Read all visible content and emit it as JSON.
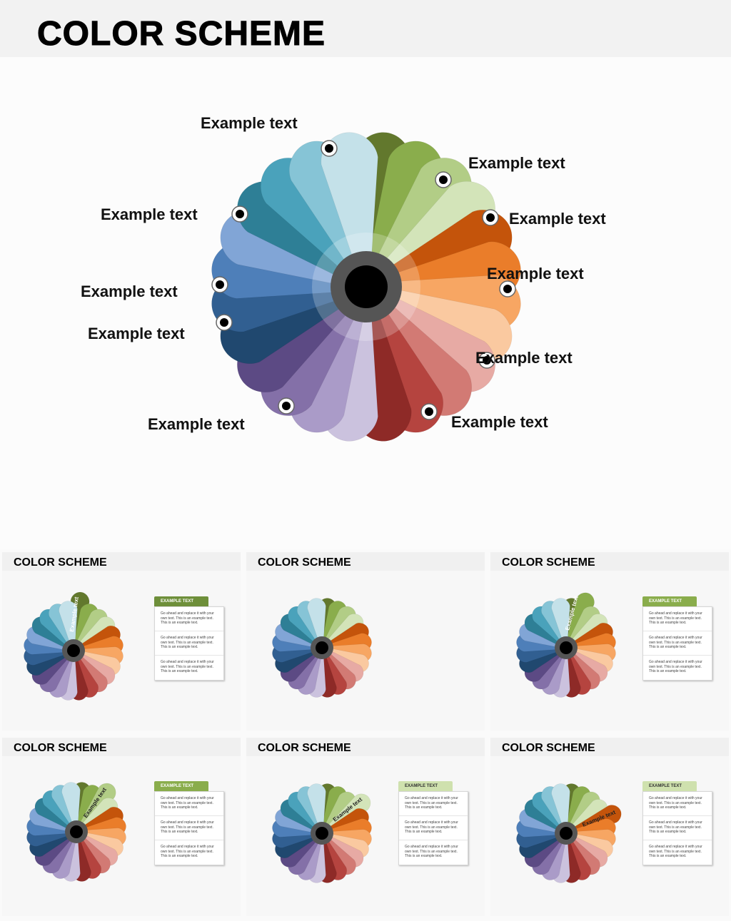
{
  "title": "COLOR SCHEME",
  "main_labels": [
    "Example text",
    "Example text",
    "Example text",
    "Example text",
    "Example text",
    "Example text",
    "Example text",
    "Example text",
    "Example text",
    "Example text"
  ],
  "colors": {
    "green": [
      "#62782d",
      "#8aad4c",
      "#b2cd86",
      "#d3e4b9"
    ],
    "orange": [
      "#c4540b",
      "#ea7d2a",
      "#f7a663",
      "#fac9a0"
    ],
    "red": [
      "#8e2a27",
      "#b5443f",
      "#d27a74",
      "#e7aaa4"
    ],
    "purple": [
      "#5c4a84",
      "#8470a8",
      "#aa9bc8",
      "#cbc2de"
    ],
    "darkblue": [
      "#20486f",
      "#315f91",
      "#4e7fb9",
      "#81a5d6"
    ],
    "teal": [
      "#2e7f96",
      "#4aa2bb",
      "#86c4d6",
      "#c4e1e9"
    ],
    "hub_ring": "#555555",
    "hub_core": "#000000"
  },
  "thumbnails": [
    {
      "title": "COLOR SCHEME",
      "has_panel": true,
      "tab_label": "EXAMPLE TEXT",
      "tab_style": "dark",
      "petal_label": "Example text",
      "rows": [
        "Go ahead and replace it with your own text. This is an example text. This is an example text.",
        "Go ahead and replace it with your own text. This is an example text. This is an example text.",
        "Go ahead and replace it with your own text. This is an example text. This is an example text."
      ]
    },
    {
      "title": "COLOR SCHEME",
      "has_panel": false
    },
    {
      "title": "COLOR SCHEME",
      "has_panel": true,
      "tab_label": "EXAMPLE TEXT",
      "tab_style": "mid",
      "petal_label": "Example text",
      "rows": [
        "Go ahead and replace it with your own text. This is an example text. This is an example text.",
        "Go ahead and replace it with your own text. This is an example text. This is an example text.",
        "Go ahead and replace it with your own text. This is an example text. This is an example text."
      ]
    },
    {
      "title": "COLOR SCHEME",
      "has_panel": true,
      "tab_label": "EXAMPLE TEXT",
      "tab_style": "mid",
      "petal_label": "Example text",
      "rows": [
        "Go ahead and replace it with your own text. This is an example text. This is an example text.",
        "Go ahead and replace it with your own text. This is an example text. This is an example text.",
        "Go ahead and replace it with your own text. This is an example text. This is an example text."
      ]
    },
    {
      "title": "COLOR SCHEME",
      "has_panel": true,
      "tab_label": "EXAMPLE TEXT",
      "tab_style": "light",
      "petal_label": "Example text",
      "rows": [
        "Go ahead and replace it with your own text. This is an example text. This is an example text.",
        "Go ahead and replace it with your own text. This is an example text. This is an example text.",
        "Go ahead and replace it with your own text. This is an example text. This is an example text."
      ]
    },
    {
      "title": "COLOR SCHEME",
      "has_panel": true,
      "tab_label": "EXAMPLE TEXT",
      "tab_style": "light",
      "petal_label": "Example text",
      "rows": [
        "Go ahead and replace it with your own text. This is an example text. This is an example text.",
        "Go ahead and replace it with your own text. This is an example text. This is an example text.",
        "Go ahead and replace it with your own text. This is an example text. This is an example text."
      ]
    }
  ]
}
